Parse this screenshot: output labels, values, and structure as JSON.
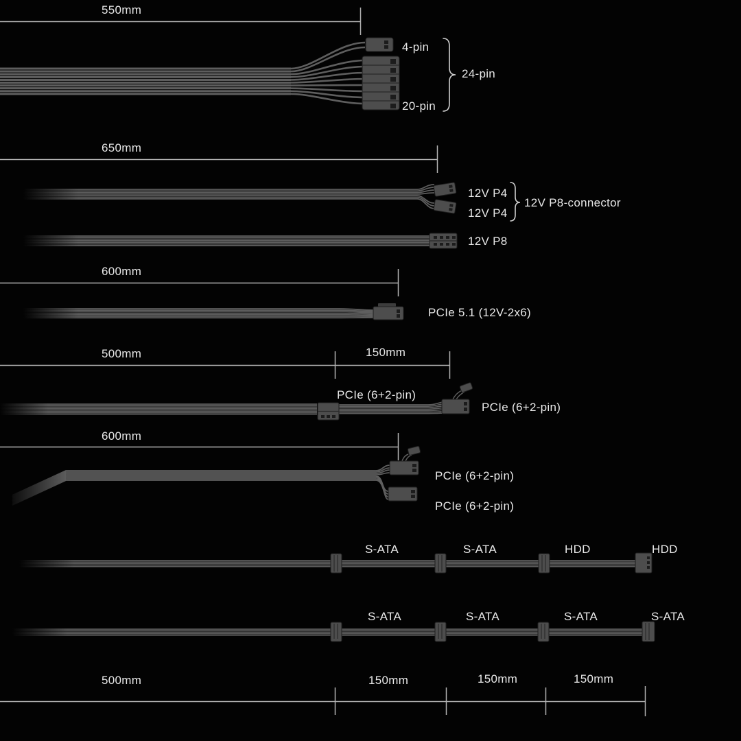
{
  "colors": {
    "bg": "#030303",
    "cable": "#5e5e5e",
    "connector": "#4d4d4d",
    "measure_line": "#b3b3b3",
    "text": "#e8e8e8"
  },
  "cables": {
    "atx": {
      "length": "550mm",
      "connector_top": "4-pin",
      "connector_bottom": "20-pin",
      "group": "24-pin"
    },
    "eps": {
      "length": "650mm",
      "p4_top": "12V P4",
      "p4_bottom": "12V P4",
      "group": "12V P8-connector",
      "p8": "12V P8"
    },
    "pcie51": {
      "length": "600mm",
      "connector": "PCIe 5.1 (12V-2x6)"
    },
    "pcie_daisy": {
      "length_main": "500mm",
      "length_ext": "150mm",
      "connector_mid": "PCIe (6+2-pin)",
      "connector_end": "PCIe (6+2-pin)"
    },
    "pcie_dual": {
      "length": "600mm",
      "connector_top": "PCIe (6+2-pin)",
      "connector_bottom": "PCIe (6+2-pin)"
    },
    "sata_hdd": {
      "connectors": [
        "S-ATA",
        "S-ATA",
        "HDD",
        "HDD"
      ]
    },
    "sata": {
      "connectors": [
        "S-ATA",
        "S-ATA",
        "S-ATA",
        "S-ATA"
      ]
    },
    "bottom_scale": {
      "length_main": "500mm",
      "seg1": "150mm",
      "seg2": "150mm",
      "seg3": "150mm"
    }
  }
}
